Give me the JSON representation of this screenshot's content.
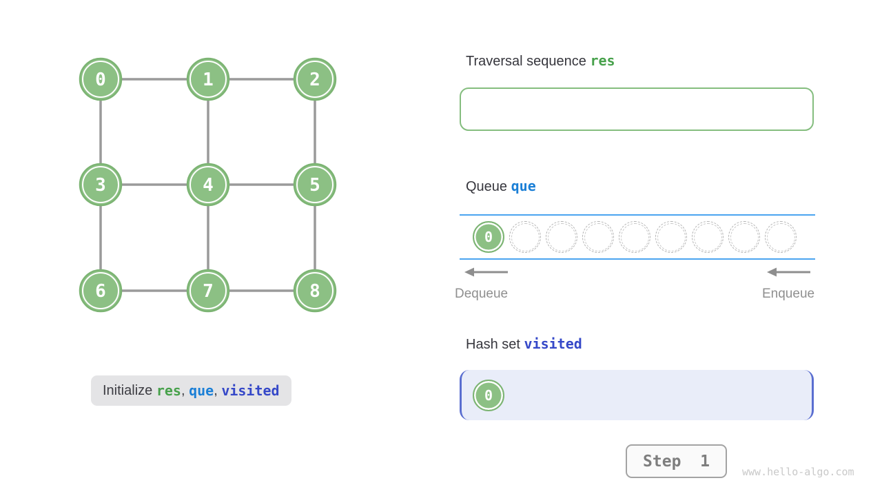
{
  "colors": {
    "node_fill": "#8CC084",
    "node_border": "#7CB473",
    "node_ring": "#FFFFFF",
    "edge": "#9A9A9A",
    "res_accent": "#47A14B",
    "que_accent": "#1B7FD6",
    "visited_accent": "#3548C8",
    "queue_line": "#4AA4F0",
    "hash_border": "#5A6ED0",
    "hash_fill": "#E9EDF9",
    "res_border": "#84BD7E"
  },
  "graph": {
    "node_labels": [
      "0",
      "1",
      "2",
      "3",
      "4",
      "5",
      "6",
      "7",
      "8"
    ],
    "edges": [
      [
        0,
        1
      ],
      [
        1,
        2
      ],
      [
        3,
        4
      ],
      [
        4,
        5
      ],
      [
        6,
        7
      ],
      [
        7,
        8
      ],
      [
        0,
        3
      ],
      [
        3,
        6
      ],
      [
        1,
        4
      ],
      [
        4,
        7
      ],
      [
        2,
        5
      ],
      [
        5,
        8
      ]
    ]
  },
  "res_panel": {
    "title": "Traversal sequence",
    "var": "res",
    "items": []
  },
  "queue_panel": {
    "title": "Queue",
    "var": "que",
    "capacity": 9,
    "items": [
      "0"
    ],
    "dequeue_label": "Dequeue",
    "enqueue_label": "Enqueue"
  },
  "visited_panel": {
    "title": "Hash set",
    "var": "visited",
    "items": [
      "0"
    ]
  },
  "caption": {
    "segments": [
      {
        "text": "Initialize ",
        "kind": "plain"
      },
      {
        "text": "res",
        "kind": "res"
      },
      {
        "text": ", ",
        "kind": "plain"
      },
      {
        "text": "que",
        "kind": "que"
      },
      {
        "text": ", ",
        "kind": "plain"
      },
      {
        "text": "visited",
        "kind": "visited"
      }
    ]
  },
  "step_button": {
    "label": "Step  1"
  },
  "watermark": "www.hello-algo.com"
}
